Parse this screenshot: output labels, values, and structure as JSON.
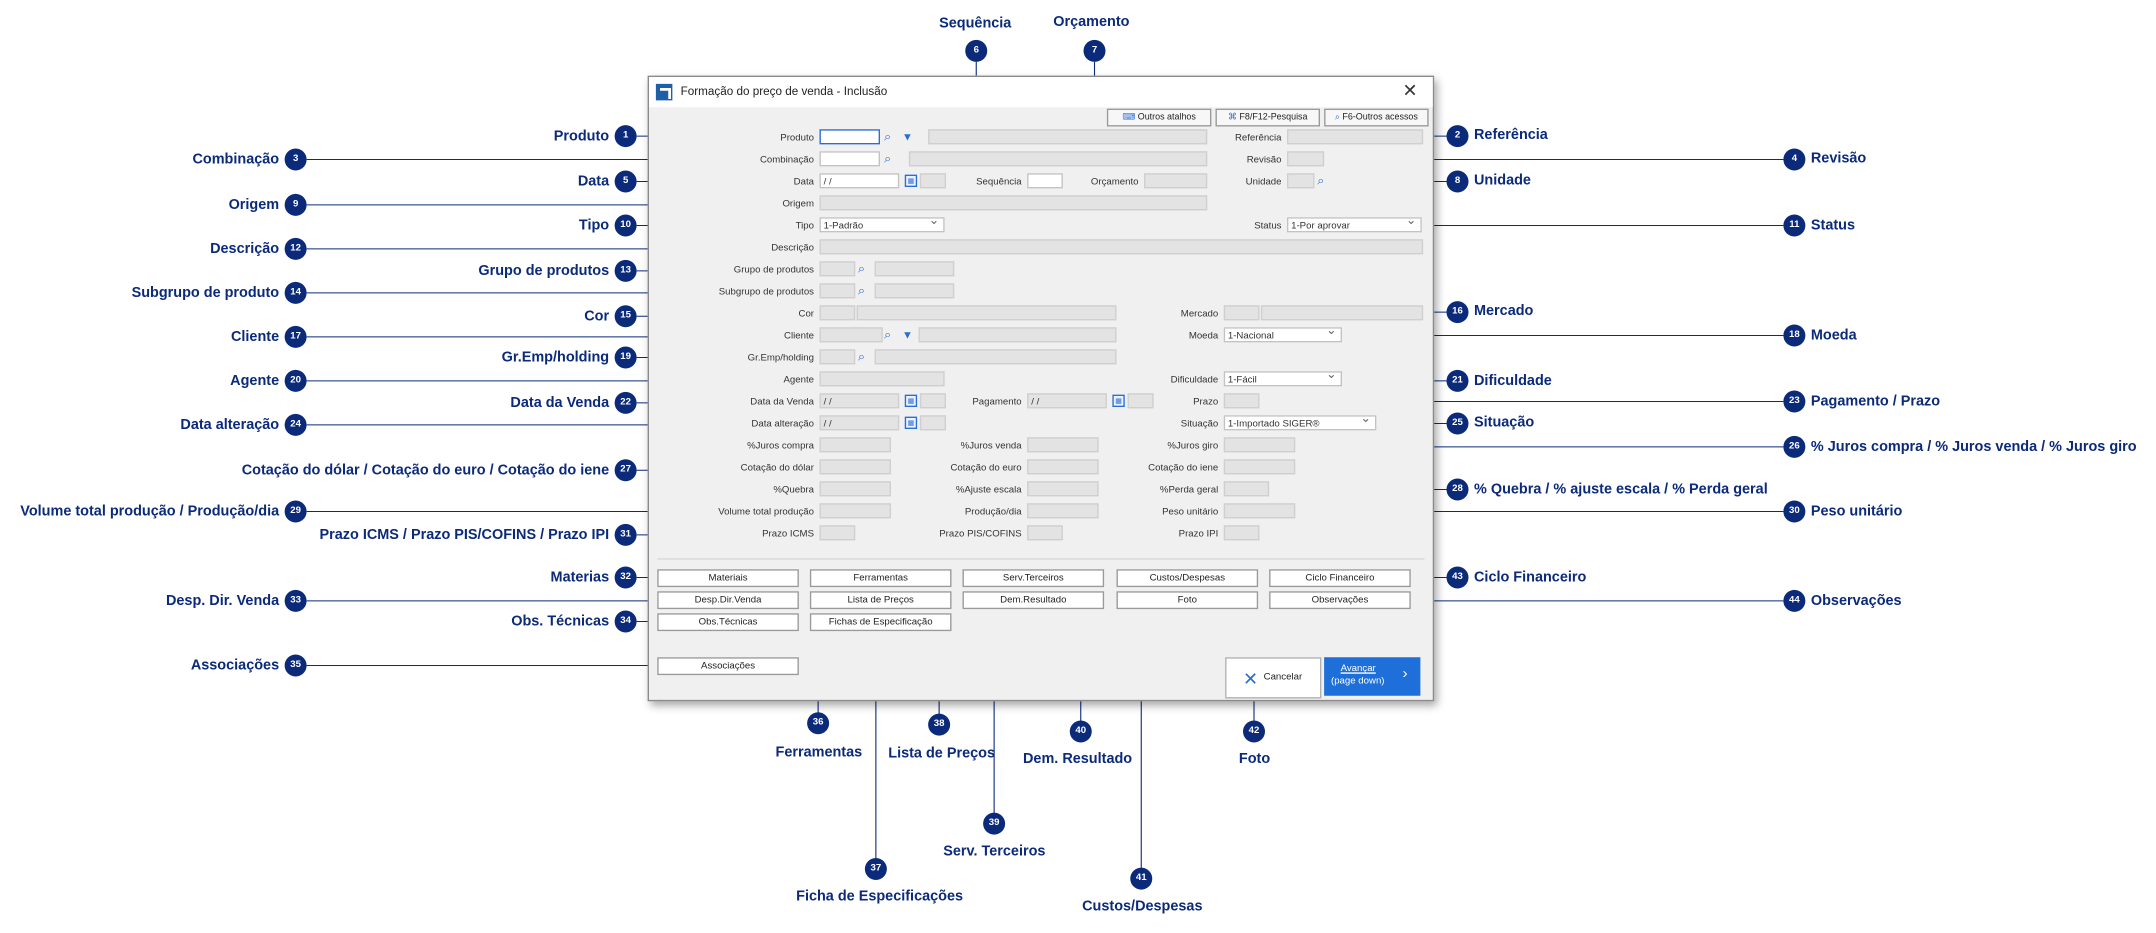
{
  "window": {
    "title": "Formação do preço de venda - Inclusão"
  },
  "toolbar": {
    "outros_atalhos": "Outros atalhos",
    "pesquisa": "F8/F12-Pesquisa",
    "outros_acessos": "F6-Outros acessos"
  },
  "form": {
    "produto": "Produto",
    "referencia": "Referência",
    "combinacao": "Combinação",
    "revisao": "Revisão",
    "data": "Data",
    "data_value": " /  /",
    "sequencia": "Sequência",
    "orcamento": "Orçamento",
    "unidade": "Unidade",
    "origem": "Origem",
    "tipo": "Tipo",
    "tipo_value": "1-Padrão",
    "status": "Status",
    "status_value": "1-Por aprovar",
    "descricao": "Descrição",
    "grupo_produtos": "Grupo de produtos",
    "subgrupo_produtos": "Subgrupo de produtos",
    "cor": "Cor",
    "mercado": "Mercado",
    "cliente": "Cliente",
    "moeda": "Moeda",
    "moeda_value": "1-Nacional",
    "gr_emp_holding": "Gr.Emp/holding",
    "agente": "Agente",
    "dificuldade": "Dificuldade",
    "dificuldade_value": "1-Fácil",
    "data_venda": "Data da Venda",
    "data_venda_value": " /  /",
    "pagamento": "Pagamento",
    "pagamento_value": " /  /",
    "prazo": "Prazo",
    "data_alteracao": "Data alteração",
    "data_alteracao_value": " /  /",
    "situacao": "Situação",
    "situacao_value": "1-Importado SIGER®",
    "juros_compra": "%Juros compra",
    "juros_venda": "%Juros venda",
    "juros_giro": "%Juros giro",
    "cotacao_dolar": "Cotação do dólar",
    "cotacao_euro": "Cotação do euro",
    "cotacao_iene": "Cotação do iene",
    "quebra": "%Quebra",
    "ajuste_escala": "%Ajuste escala",
    "perda_geral": "%Perda geral",
    "volume_total_producao": "Volume total produção",
    "producao_dia": "Produção/dia",
    "peso_unitario": "Peso unitário",
    "prazo_icms": "Prazo ICMS",
    "prazo_pis_cofins": "Prazo PIS/COFINS",
    "prazo_ipi": "Prazo IPI"
  },
  "buttons": {
    "materiais": "Materiais",
    "ferramentas": "Ferramentas",
    "serv_terceiros": "Serv.Terceiros",
    "custos_despesas": "Custos/Despesas",
    "ciclo_financeiro": "Ciclo Financeiro",
    "desp_dir_venda": "Desp.Dir.Venda",
    "lista_precos": "Lista de Preços",
    "dem_resultado": "Dem.Resultado",
    "foto": "Foto",
    "observacoes": "Observações",
    "obs_tecnicas": "Obs.Técnicas",
    "fichas_especificacao": "Fichas de Especificação",
    "associacoes": "Associações",
    "cancelar": "Cancelar",
    "avancar": "Avançar",
    "avancar_sub": "(page down)"
  },
  "callouts": {
    "c1": "Produto",
    "c2": "Referência",
    "c3": "Combinação",
    "c4": "Revisão",
    "c5": "Data",
    "c6": "Sequência",
    "c7": "Orçamento",
    "c8": "Unidade",
    "c9": "Origem",
    "c10": "Tipo",
    "c11": "Status",
    "c12": "Descrição",
    "c13": "Grupo de produtos",
    "c14": "Subgrupo de produto",
    "c15": "Cor",
    "c16": "Mercado",
    "c17": "Cliente",
    "c18": "Moeda",
    "c19": "Gr.Emp/holding",
    "c20": "Agente",
    "c21": "Dificuldade",
    "c22": "Data da Venda",
    "c23": "Pagamento / Prazo",
    "c24": "Data alteração",
    "c25": "Situação",
    "c26": "% Juros compra / % Juros venda / % Juros giro",
    "c27": "Cotação do dólar / Cotação do euro / Cotação do iene",
    "c28": "% Quebra / % ajuste escala / % Perda geral",
    "c29": "Volume total produção / Produção/dia",
    "c30": "Peso unitário",
    "c31": "Prazo ICMS / Prazo PIS/COFINS / Prazo IPI",
    "c32": "Materias",
    "c33": "Desp. Dir. Venda",
    "c34": "Obs. Técnicas",
    "c35": "Associações",
    "c36": "Ferramentas",
    "c37": "Ficha de Especificações",
    "c38": "Lista de Preços",
    "c39": "Serv. Terceiros",
    "c40": "Dem. Resultado",
    "c41": "Custos/Despesas",
    "c42": "Foto",
    "c43": "Ciclo Financeiro",
    "c44": "Observações"
  },
  "badges": [
    "1",
    "2",
    "3",
    "4",
    "5",
    "6",
    "7",
    "8",
    "9",
    "10",
    "11",
    "12",
    "13",
    "14",
    "15",
    "16",
    "17",
    "18",
    "19",
    "20",
    "21",
    "22",
    "23",
    "24",
    "25",
    "26",
    "27",
    "28",
    "29",
    "30",
    "31",
    "32",
    "33",
    "34",
    "35",
    "36",
    "37",
    "38",
    "39",
    "40",
    "41",
    "42",
    "43",
    "44"
  ],
  "colors": {
    "callout": "#0b2a7a",
    "accent": "#1e6fd9"
  }
}
